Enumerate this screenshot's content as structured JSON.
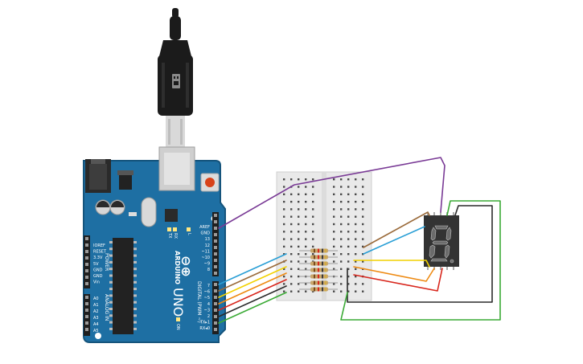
{
  "arduino": {
    "brand": "ARDUINO",
    "model": "UNO",
    "logo_symbol": "⊖⊕",
    "label_power": "POWER",
    "label_analog_in": "ANALOG IN",
    "label_digital": "DIGITAL (PWM ~)",
    "label_tx": "TX",
    "label_rx": "RX",
    "label_l": "L",
    "label_on": "ON",
    "power_pins": [
      "IOREF",
      "RESET",
      "3.3V",
      "5V",
      "GND",
      "GND",
      "Vin"
    ],
    "analog_pins": [
      "A0",
      "A1",
      "A2",
      "A3",
      "A4",
      "A5"
    ],
    "digital_pins_upper": [
      "AREF",
      "GND",
      "13",
      "12",
      "~11",
      "~10",
      "~9",
      "8"
    ],
    "digital_pins_lower": [
      "7",
      "~6",
      "~5",
      "4",
      "~3",
      "2",
      "TX▸1",
      "RX◂0"
    ]
  },
  "display": {
    "digit": "8."
  },
  "colors": {
    "board": "#1e6fa3",
    "board_edge": "#15547c",
    "wire_purple": "#7a3b96",
    "wire_blue": "#2a9fd6",
    "wire_brown": "#9a6a3a",
    "wire_yellow": "#f2d100",
    "wire_orange": "#ee8a12",
    "wire_red": "#d8261c",
    "wire_black": "#2b2b2b",
    "wire_green": "#3aaa35",
    "segment_off": "#6b6b6b",
    "display_body": "#333333"
  }
}
